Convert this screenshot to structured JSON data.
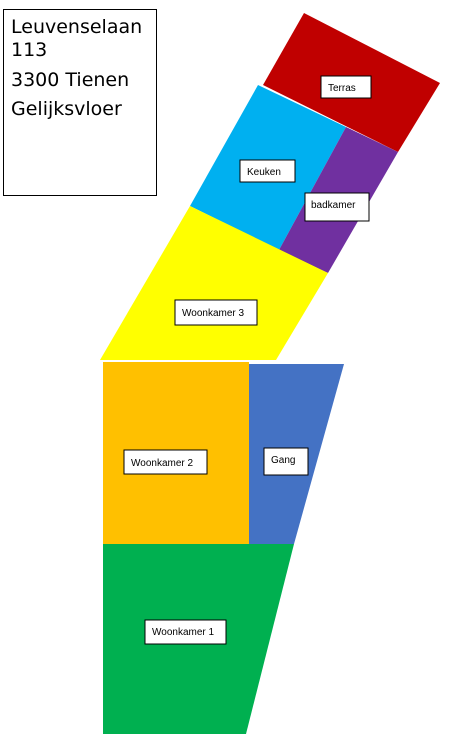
{
  "address": {
    "street": "Leuvenselaan",
    "number": "113",
    "city": "3300 Tienen",
    "floor": "Gelijksvloer"
  },
  "colors": {
    "terras": "#C00000",
    "keuken": "#00B0F0",
    "badkamer": "#7030A0",
    "woonkamer_3": "#FFFF00",
    "woonkamer_2": "#FFC000",
    "gang": "#4472C4",
    "woonkamer_1": "#00B050"
  },
  "rooms": {
    "terras": "Terras",
    "keuken": "Keuken",
    "badkamer": "badkamer",
    "woonkamer_3": "Woonkamer 3",
    "woonkamer_2": "Woonkamer 2",
    "gang": "Gang",
    "woonkamer_1": "Woonkamer 1"
  }
}
